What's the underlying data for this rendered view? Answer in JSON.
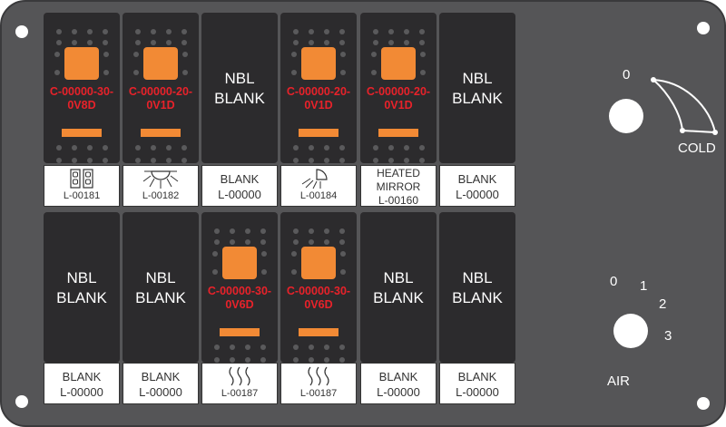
{
  "top_row": [
    {
      "type": "switch",
      "code": [
        "C-00000-30-",
        "0V8D"
      ],
      "label": {
        "icon": "toilet-icon",
        "caption": "L-00181"
      }
    },
    {
      "type": "switch",
      "code": [
        "C-00000-20-",
        "0V1D"
      ],
      "label": {
        "icon": "light-icon",
        "caption": "L-00182"
      }
    },
    {
      "type": "blank",
      "text": [
        "NBL",
        "BLANK"
      ],
      "label": {
        "lines": [
          "BLANK",
          "L-00000"
        ]
      }
    },
    {
      "type": "switch",
      "code": [
        "C-00000-20-",
        "0V1D"
      ],
      "label": {
        "icon": "shower-light-icon",
        "caption": "L-00184"
      }
    },
    {
      "type": "switch",
      "code": [
        "C-00000-20-",
        "0V1D"
      ],
      "label": {
        "lines": [
          "HEATED",
          "MIRROR",
          "L-00160"
        ]
      }
    },
    {
      "type": "blank",
      "text": [
        "NBL",
        "BLANK"
      ],
      "label": {
        "lines": [
          "BLANK",
          "L-00000"
        ]
      }
    }
  ],
  "bottom_row": [
    {
      "type": "blank",
      "text": [
        "NBL",
        "BLANK"
      ],
      "label": {
        "lines": [
          "BLANK",
          "L-00000"
        ]
      }
    },
    {
      "type": "blank",
      "text": [
        "NBL",
        "BLANK"
      ],
      "label": {
        "lines": [
          "BLANK",
          "L-00000"
        ]
      }
    },
    {
      "type": "switch",
      "code": [
        "C-00000-30-",
        "0V6D"
      ],
      "label": {
        "icon": "heat-waves-icon",
        "caption": "L-00187"
      }
    },
    {
      "type": "switch",
      "code": [
        "C-00000-30-",
        "0V6D"
      ],
      "label": {
        "icon": "heat-waves-icon",
        "caption": "L-00187"
      }
    },
    {
      "type": "blank",
      "text": [
        "NBL",
        "BLANK"
      ],
      "label": {
        "lines": [
          "BLANK",
          "L-00000"
        ]
      }
    },
    {
      "type": "blank",
      "text": [
        "NBL",
        "BLANK"
      ],
      "label": {
        "lines": [
          "BLANK",
          "L-00000"
        ]
      }
    }
  ],
  "temperature_knob": {
    "zero": "0",
    "label": "COLD"
  },
  "air_knob": {
    "positions": [
      "0",
      "1",
      "2",
      "3"
    ],
    "label": "AIR"
  },
  "colors": {
    "panel": "#555557",
    "switch": "#2c2b2d",
    "accent": "#f28a35",
    "code": "#e8222a"
  }
}
